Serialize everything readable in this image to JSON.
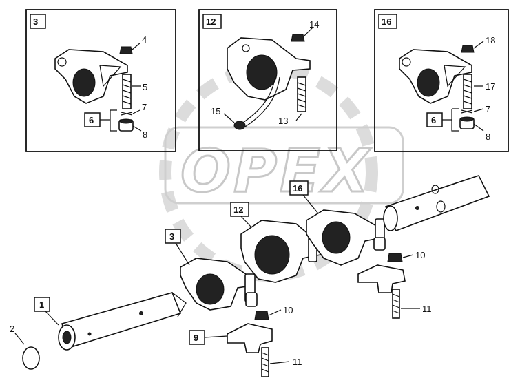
{
  "watermark": "OPEX",
  "inset_labels": {
    "a": "3",
    "b": "12",
    "c": "16"
  },
  "callouts": {
    "c1": "1",
    "c2": "2",
    "c3": "3",
    "c4": "4",
    "c5": "5",
    "c6": "6",
    "c7": "7",
    "c8": "8",
    "c9": "9",
    "c10": "10",
    "c11": "11",
    "c12": "12",
    "c13": "13",
    "c14": "14",
    "c15": "15",
    "c16": "16",
    "c17": "17",
    "c18": "18",
    "c6b": "6",
    "c7b": "7",
    "c8b": "8",
    "c10b": "10",
    "c11b": "11",
    "c12b": "12",
    "c16b": "16",
    "c3b": "3"
  }
}
